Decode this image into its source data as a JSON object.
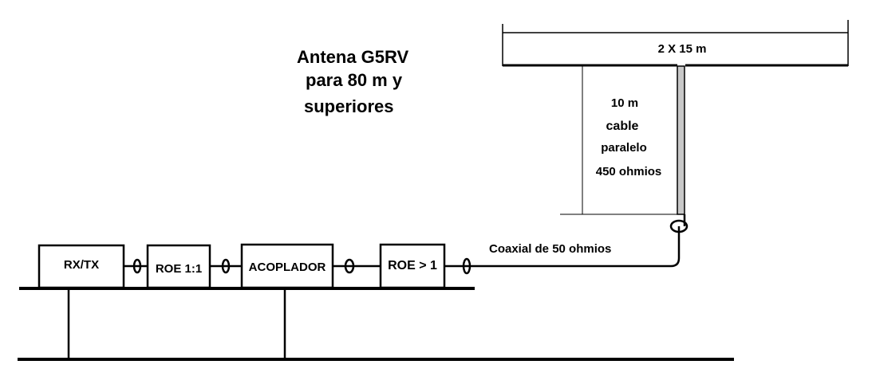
{
  "title": {
    "line1": "Antena G5RV",
    "line2": "para 80 m y",
    "line3": "superiores"
  },
  "antenna": {
    "dipole_label": "2 X 15 m"
  },
  "ladder_line": {
    "line1": "10 m",
    "line2": "cable",
    "line3": "paralelo",
    "line4": "450 ohmios"
  },
  "coax_label": "Coaxial de 50 ohmios",
  "boxes": [
    {
      "label": "RX/TX"
    },
    {
      "label": "ROE 1:1"
    },
    {
      "label": "ACOPLADOR"
    },
    {
      "label": "ROE > 1"
    }
  ],
  "colors": {
    "ladder_line": "#c8c8c8"
  }
}
